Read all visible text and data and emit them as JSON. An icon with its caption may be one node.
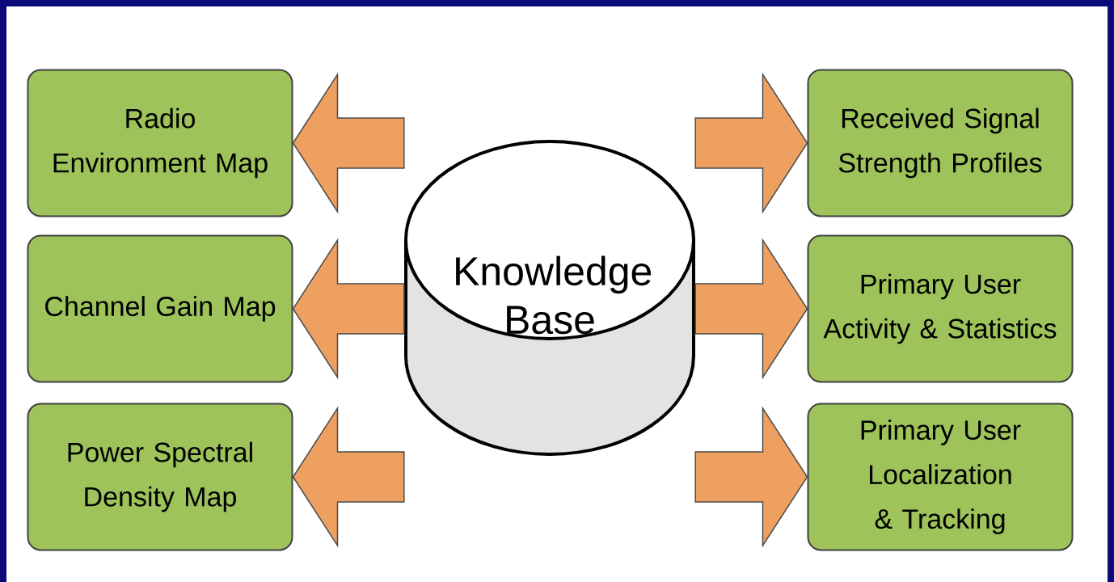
{
  "diagram": {
    "nodes": [
      {
        "text": [
          "Radio Environment Map"
        ]
      },
      {
        "text": [
          "Channel Gain Map"
        ]
      },
      {
        "text": [
          "Power Spectral Density Map"
        ]
      },
      {
        "text": [
          "Knowledge Base"
        ]
      },
      {
        "text": [
          "Received Signal Strength Profiles"
        ]
      },
      {
        "text": [
          "Primary User Activity & Statistics"
        ]
      },
      {
        "text": [
          "Primary User Localization & Tracking"
        ]
      }
    ],
    "edges": [
      {
        "from": 3,
        "to": 0,
        "arrow": "to"
      },
      {
        "from": 3,
        "to": 1,
        "arrow": "to"
      },
      {
        "from": 3,
        "to": 2,
        "arrow": "to"
      },
      {
        "from": 3,
        "to": 4,
        "arrow": "to"
      },
      {
        "from": 3,
        "to": 5,
        "arrow": "to"
      },
      {
        "from": 3,
        "to": 6,
        "arrow": "to"
      }
    ]
  }
}
